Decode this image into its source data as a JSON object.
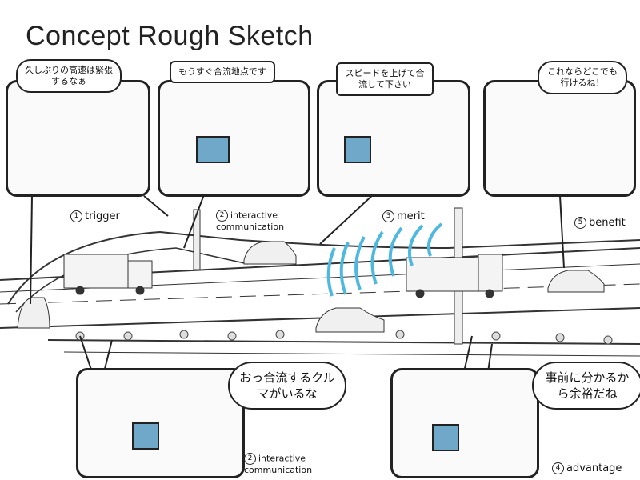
{
  "title": "Concept Rough Sketch",
  "panels": [
    {
      "id": "trigger",
      "speech": "久しぶりの高速は緊張するなぁ",
      "label_num": "1",
      "label": "trigger"
    },
    {
      "id": "interactive-top",
      "speech": "もうすぐ合流地点です",
      "label_num": "2",
      "label": "interactive communication"
    },
    {
      "id": "merit",
      "speech": "スピードを上げて合流して下さい",
      "label_num": "3",
      "label": "merit"
    },
    {
      "id": "benefit",
      "speech": "これならどこでも行けるね！",
      "label_num": "5",
      "label": "benefit"
    },
    {
      "id": "interactive-bottom",
      "speech": "おっ合流するクルマがいるな",
      "label_num": "2",
      "label": "interactive communication"
    },
    {
      "id": "advantage",
      "speech": "事前に分かるから余裕だね",
      "label_num": "4",
      "label": "advantage"
    }
  ],
  "colors": {
    "signal": "#4fb8e0",
    "ink": "#222222"
  }
}
